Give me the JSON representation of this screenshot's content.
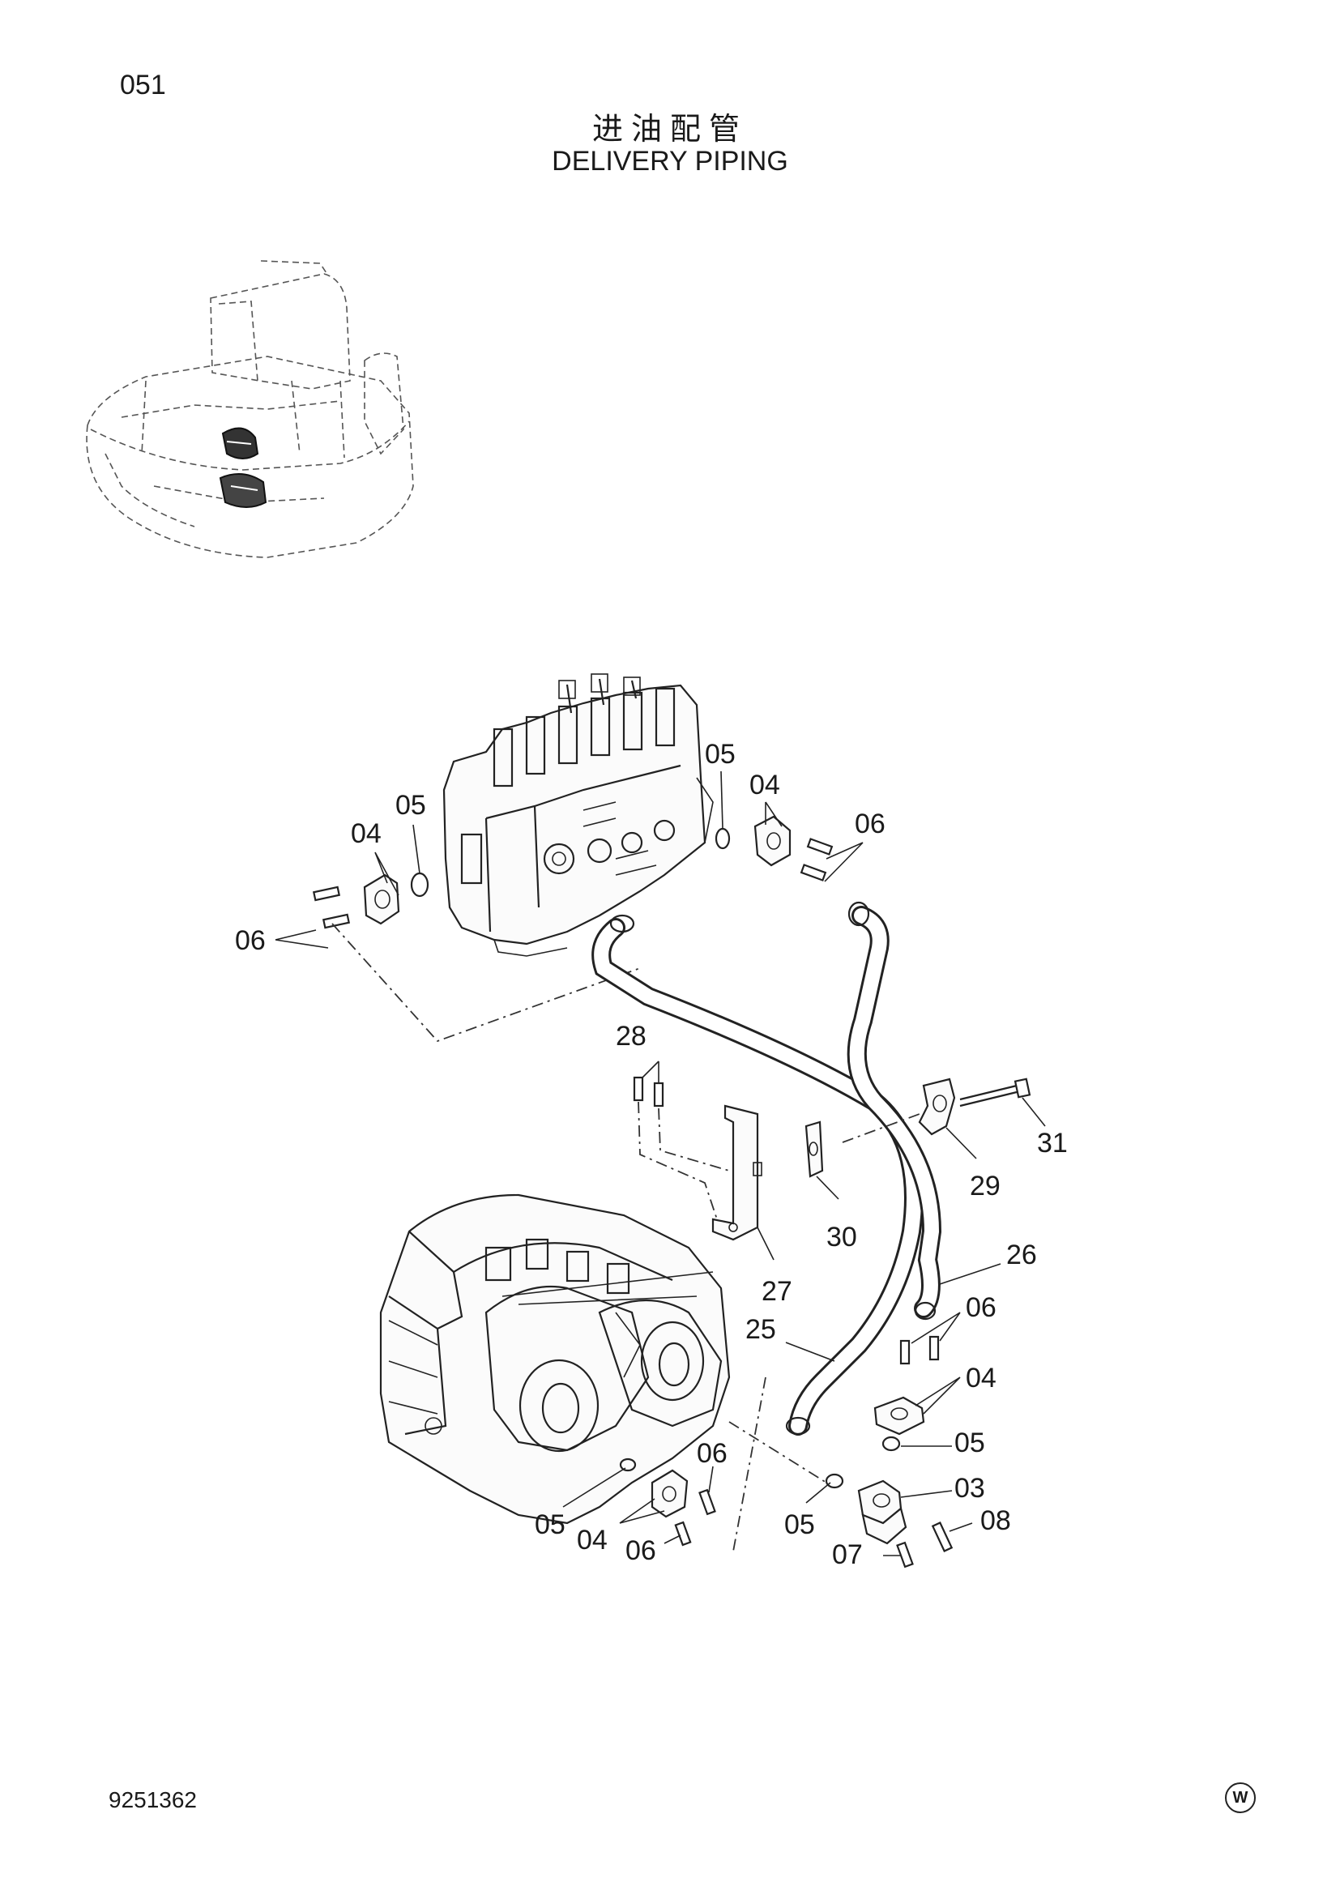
{
  "page": {
    "page_number": "051",
    "title_cn": "进油配管",
    "title_en": "DELIVERY PIPING",
    "doc_number": "9251362",
    "corner_mark": "W"
  },
  "callouts": [
    {
      "id": "c-05-a",
      "label": "05"
    },
    {
      "id": "c-04-a",
      "label": "04"
    },
    {
      "id": "c-06-a",
      "label": "06"
    },
    {
      "id": "c-05-b",
      "label": "05"
    },
    {
      "id": "c-04-b",
      "label": "04"
    },
    {
      "id": "c-06-b",
      "label": "06"
    },
    {
      "id": "c-28",
      "label": "28"
    },
    {
      "id": "c-31",
      "label": "31"
    },
    {
      "id": "c-29",
      "label": "29"
    },
    {
      "id": "c-30",
      "label": "30"
    },
    {
      "id": "c-27",
      "label": "27"
    },
    {
      "id": "c-26",
      "label": "26"
    },
    {
      "id": "c-25",
      "label": "25"
    },
    {
      "id": "c-06-c",
      "label": "06"
    },
    {
      "id": "c-04-c",
      "label": "04"
    },
    {
      "id": "c-05-c",
      "label": "05"
    },
    {
      "id": "c-03",
      "label": "03"
    },
    {
      "id": "c-08",
      "label": "08"
    },
    {
      "id": "c-07",
      "label": "07"
    },
    {
      "id": "c-05-d",
      "label": "05"
    },
    {
      "id": "c-06-d",
      "label": "06"
    },
    {
      "id": "c-05-e",
      "label": "05"
    },
    {
      "id": "c-04-d",
      "label": "04"
    },
    {
      "id": "c-06-e",
      "label": "06"
    }
  ]
}
